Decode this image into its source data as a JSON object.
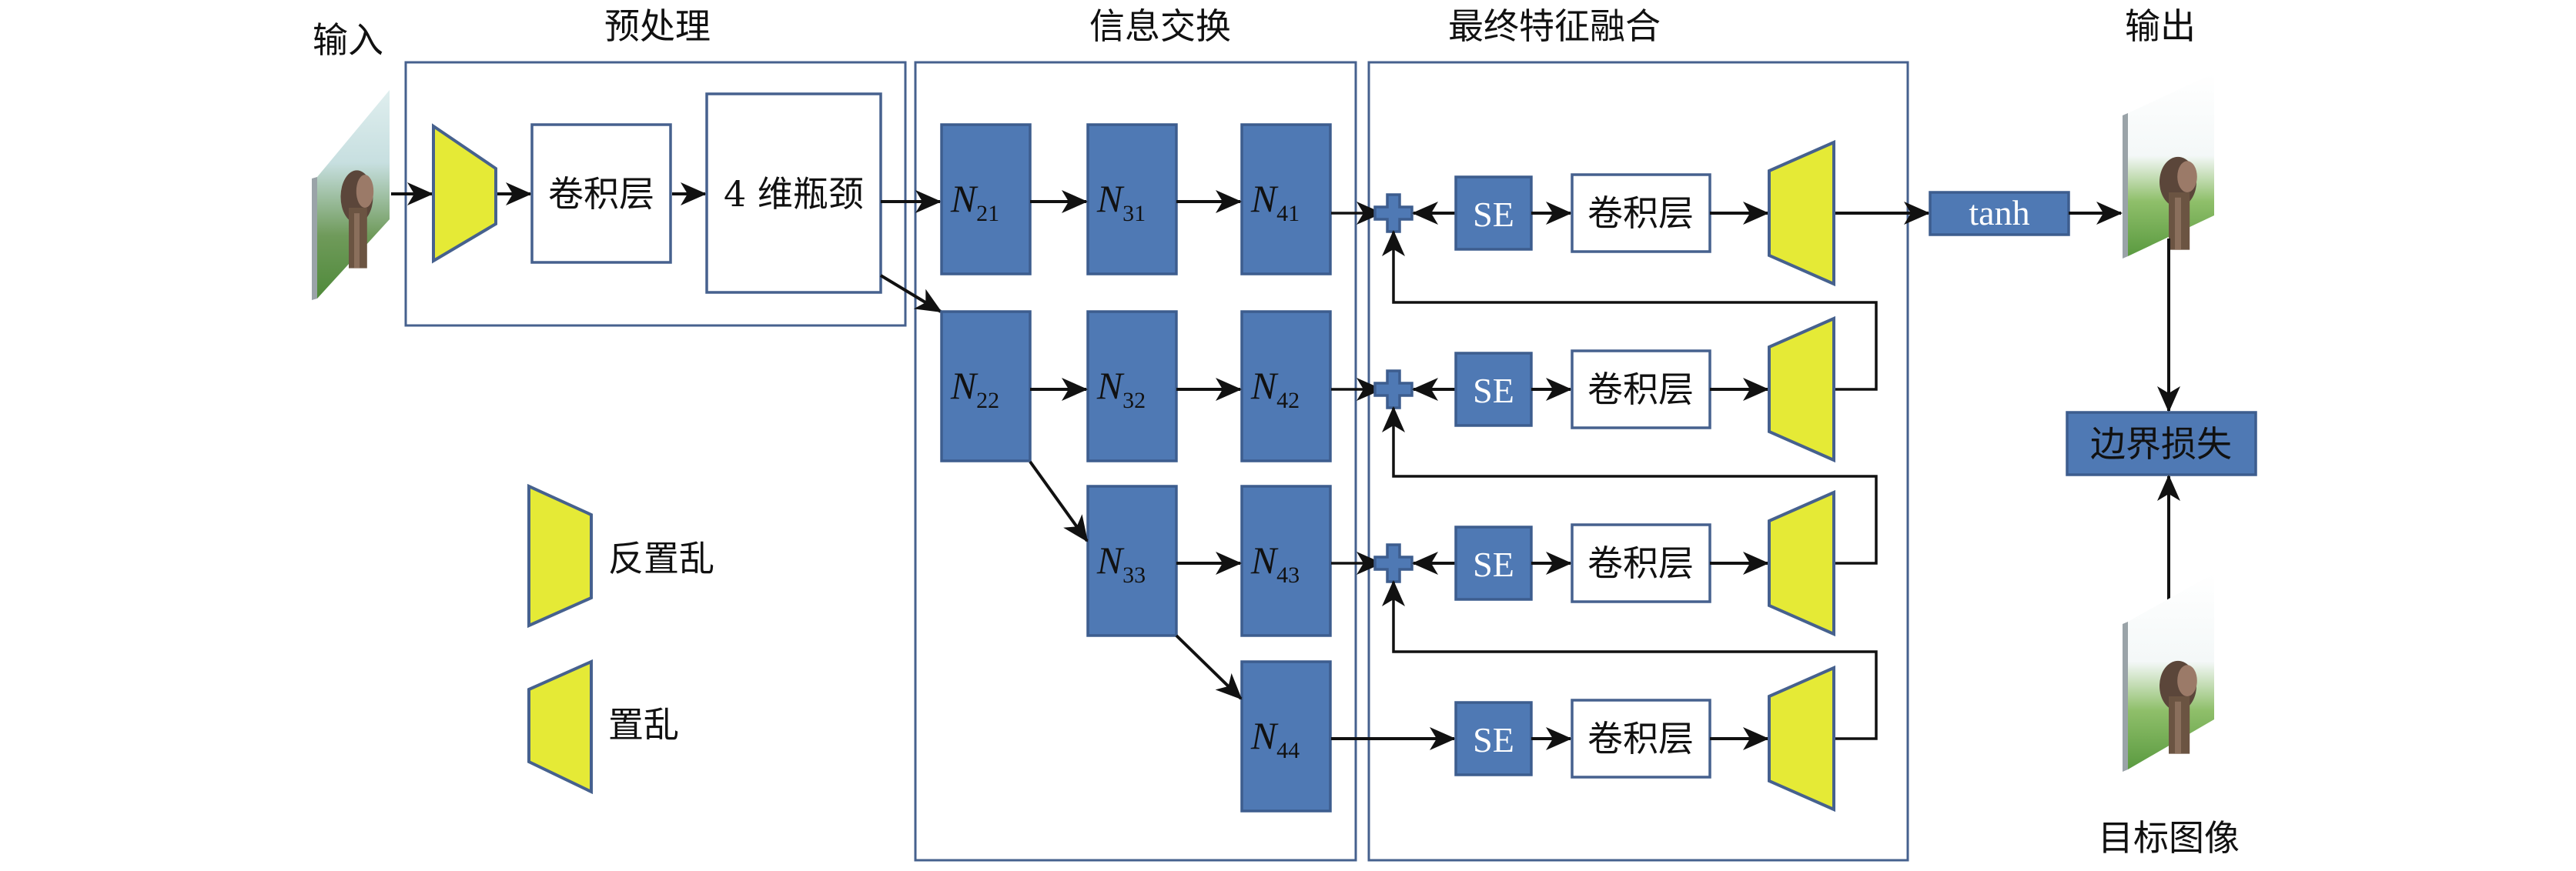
{
  "sections": {
    "input": "输入",
    "preprocess": "预处理",
    "info_exchange": "信息交换",
    "final_fusion": "最终特征融合",
    "output": "输出"
  },
  "preprocess": {
    "conv_label": "卷积层",
    "bottleneck_label": "4 维瓶颈"
  },
  "nodes": [
    {
      "id": "N21",
      "base": "N",
      "sub": "21"
    },
    {
      "id": "N31",
      "base": "N",
      "sub": "31"
    },
    {
      "id": "N41",
      "base": "N",
      "sub": "41"
    },
    {
      "id": "N22",
      "base": "N",
      "sub": "22"
    },
    {
      "id": "N32",
      "base": "N",
      "sub": "32"
    },
    {
      "id": "N42",
      "base": "N",
      "sub": "42"
    },
    {
      "id": "N33",
      "base": "N",
      "sub": "33"
    },
    {
      "id": "N43",
      "base": "N",
      "sub": "43"
    },
    {
      "id": "N44",
      "base": "N",
      "sub": "44"
    }
  ],
  "fusion": {
    "se_label": "SE",
    "conv_label": "卷积层",
    "rows": 4
  },
  "output": {
    "tanh_label": "tanh",
    "loss_label": "边界损失",
    "target_label": "目标图像"
  },
  "legend": [
    {
      "shape": "inverse-scramble-trapezoid",
      "label": "反置乱"
    },
    {
      "shape": "scramble-trapezoid",
      "label": "置乱"
    }
  ],
  "colors": {
    "block_blue": "#4f79b4",
    "trapezoid_yellow": "#e5ea36",
    "border_navy": "#46618e"
  }
}
